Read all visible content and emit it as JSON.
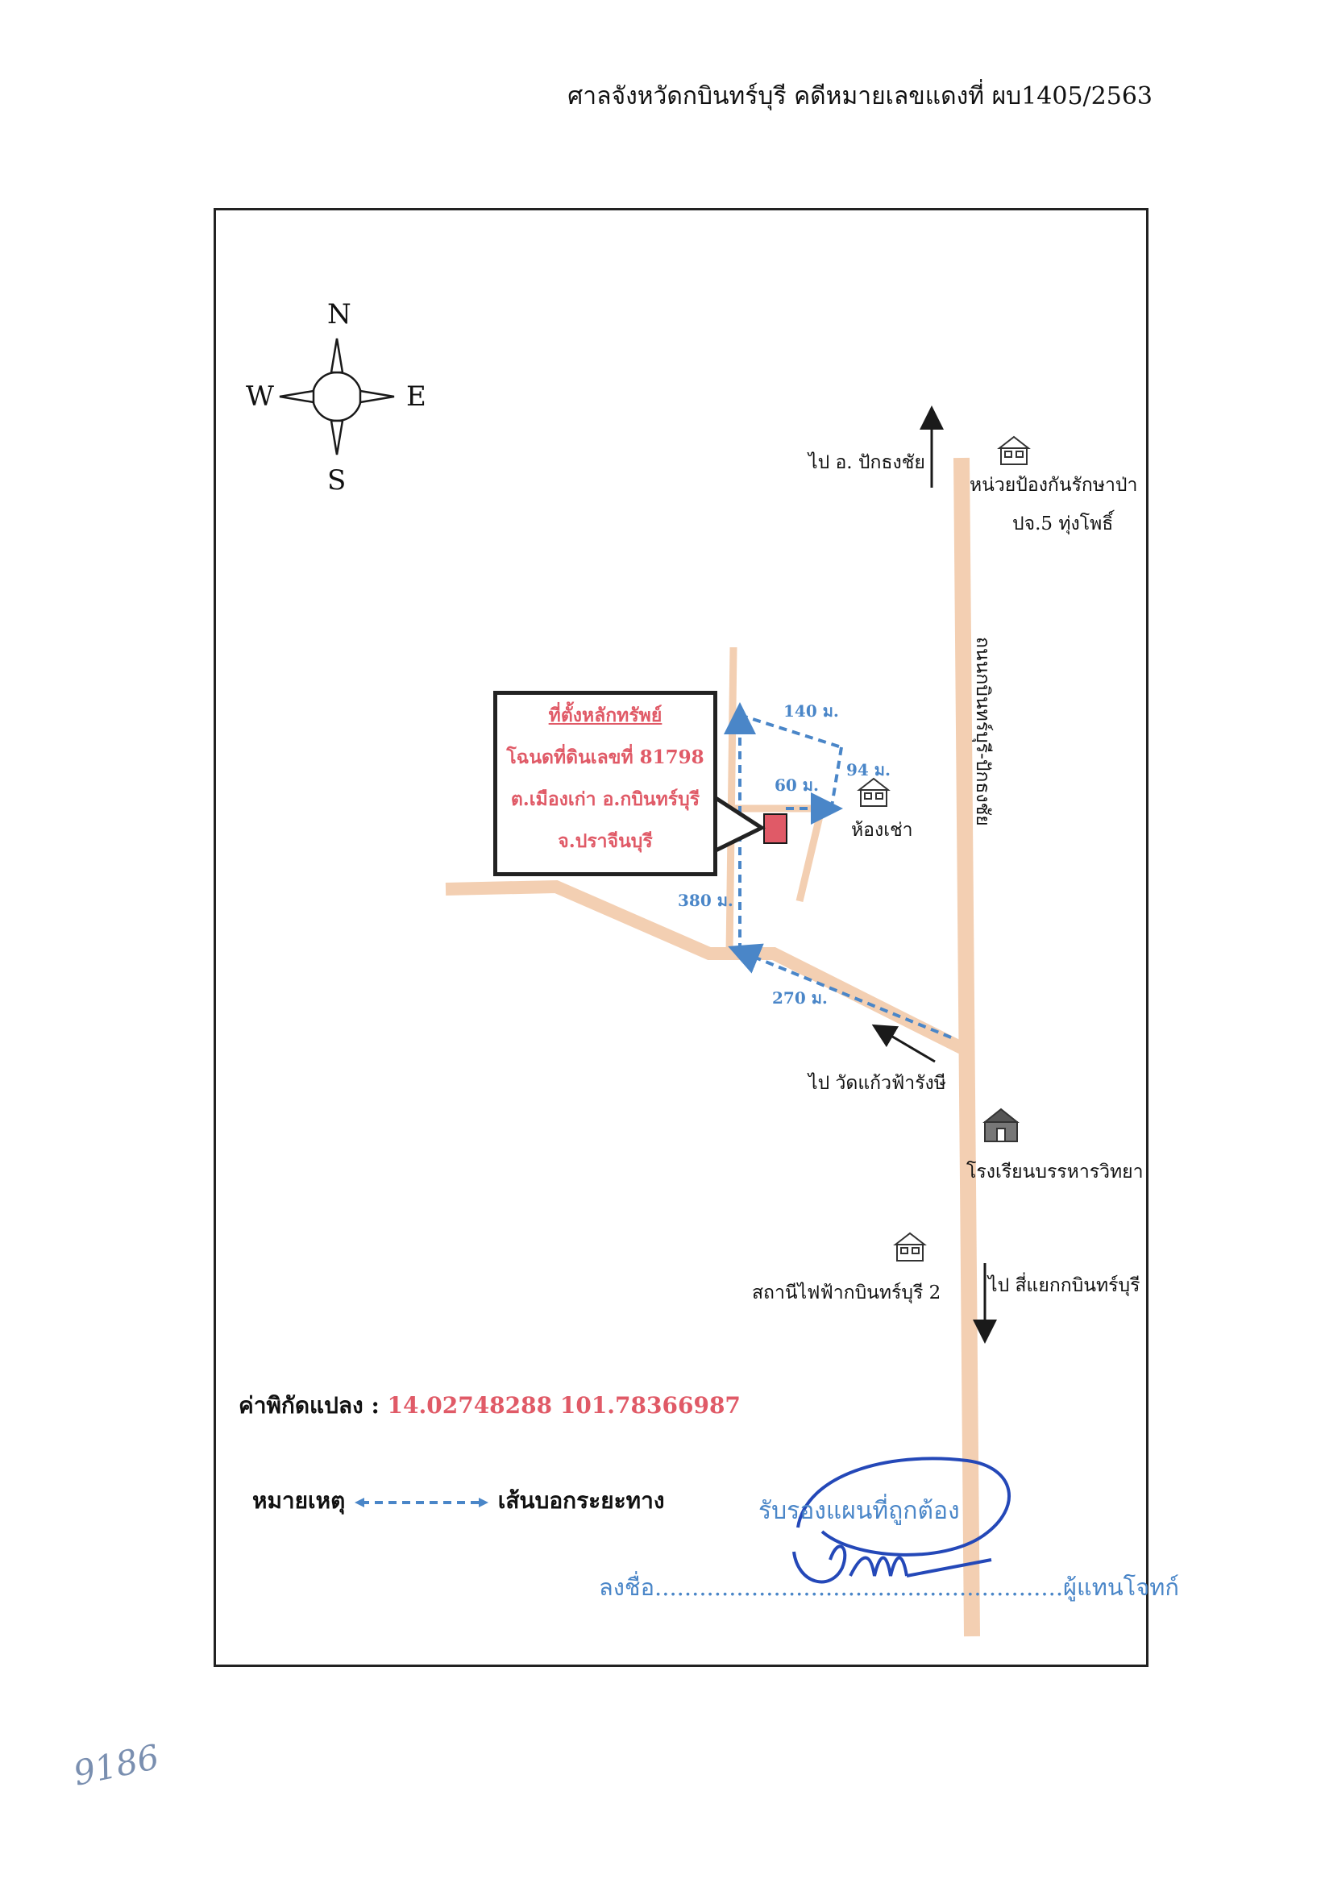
{
  "header": {
    "text": "ศาลจังหวัดกบินทร์บุรี คดีหมายเลขแดงที่ ผบ1405/2563"
  },
  "compass": {
    "north": "N",
    "south": "S",
    "east": "E",
    "west": "W"
  },
  "labels": {
    "to_north": "ไป อ. ปักธงชัย",
    "forest_unit_line1": "หน่วยป้องกันรักษาป่า",
    "forest_unit_line2": "ปจ.5 ทุ่งโพธิ์",
    "road_name": "ถนนกบินทร์บุรี-ปักธงชัย",
    "rental_room": "ห้องเช่า",
    "to_temple": "ไป วัดแก้วฟ้ารังษี",
    "school": "โรงเรียนบรรหารวิทยา",
    "power_station": "สถานีไฟฟ้ากบินทร์บุรี 2",
    "to_intersection": "ไป สี่แยกกบินทร์บุรี"
  },
  "distances": {
    "d140": "140 ม.",
    "d94": "94 ม.",
    "d60": "60 ม.",
    "d380": "380 ม.",
    "d270": "270 ม."
  },
  "property": {
    "title": "ที่ตั้งหลักทรัพย์",
    "deed": "โฉนดที่ดินเลขที่ 81798",
    "district": "ต.เมืองเก่า อ.กบินทร์บุรี",
    "province": "จ.ปราจีนบุรี"
  },
  "coordinates": {
    "label": "ค่าพิกัดแปลง :",
    "value": "14.02748288 101.78366987"
  },
  "legend": {
    "label": "หมายเหตุ",
    "description": "เส้นบอกระยะทาง"
  },
  "certification": {
    "certify_text": "รับรองแผนที่ถูกต้อง",
    "sign_line": "ลงชื่อ.......................................................ผู้แทนโจทก์"
  },
  "handwritten_note": "9186",
  "colors": {
    "road": "#f3cfb2",
    "route": "#4a86c8",
    "property": "#e05a67",
    "ink": "#1a1a1a"
  }
}
